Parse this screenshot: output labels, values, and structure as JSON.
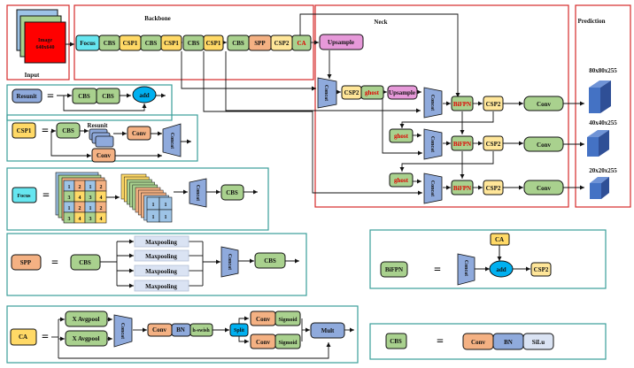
{
  "colors": {
    "cbs": "#a9d18e",
    "csp": "#ffd966",
    "csp2": "#ffe699",
    "spp": "#f4b183",
    "focus": "#66e6f0",
    "concat": "#8faadc",
    "upsample": "#e699d9",
    "add": "#00b0f0",
    "conv": "#f4b183",
    "bn": "#8faadc",
    "silu": "#dae3f3",
    "maxpool": "#dae3f3",
    "red_text": "#e00000",
    "section_red": "#d62a2a",
    "section_teal": "#3a9e9a",
    "cube": "#4472c4",
    "image_red": "#ff0000"
  },
  "input": {
    "title": "Input",
    "image_label_line1": "Image",
    "image_label_line2": "640x640"
  },
  "backbone": {
    "title": "Backbone",
    "blocks": [
      "Focus",
      "CBS",
      "CSP1",
      "CBS",
      "CSP1",
      "CBS",
      "CSP1",
      "CBS",
      "SPP",
      "CSP2",
      "CA"
    ]
  },
  "neck": {
    "title": "Neck",
    "upsample_top": "Upsample",
    "concat_label": "Concat",
    "csp2": "CSP2",
    "ghost": "ghost",
    "upsample_mid": "Upsample",
    "bifpn": "BiFPN",
    "conv": "Conv"
  },
  "prediction": {
    "title": "Prediction",
    "outputs": [
      "80x80x255",
      "40x40x255",
      "20x20x255"
    ]
  },
  "resunit_def": {
    "name": "Resunit",
    "blocks": [
      "CBS",
      "CBS"
    ],
    "add": "add"
  },
  "csp1_def": {
    "name": "CSP1",
    "cbs": "CBS",
    "resunit": "Resunit",
    "conv_top": "Conv",
    "conv_bottom": "Conv",
    "concat": "Concat"
  },
  "focus_def": {
    "name": "Focus",
    "grid": [
      [
        "1",
        "2",
        "1",
        "2"
      ],
      [
        "3",
        "4",
        "3",
        "4"
      ],
      [
        "1",
        "2",
        "1",
        "2"
      ],
      [
        "3",
        "4",
        "3",
        "4"
      ]
    ],
    "slice": [
      [
        "1",
        "1"
      ],
      [
        "1",
        "1"
      ]
    ],
    "concat": "Concat",
    "cbs": "CBS"
  },
  "spp_def": {
    "name": "SPP",
    "cbs_in": "CBS",
    "pools": [
      "Maxpooling",
      "Maxpooling",
      "Maxpooling",
      "Maxpooling"
    ],
    "concat": "Concat",
    "cbs_out": "CBS"
  },
  "ca_def": {
    "name": "CA",
    "pools": [
      "X Avgpool",
      "X Avgpool"
    ],
    "concat": "Concat",
    "conv": "Conv",
    "bn": "BN",
    "hswish": "h-swish",
    "split": "Split",
    "branches": [
      {
        "conv": "Conv",
        "act": "Sigmoid"
      },
      {
        "conv": "Conv",
        "act": "Sigmoid"
      }
    ],
    "mult": "Mult"
  },
  "bifpn_def": {
    "name": "BiFPN",
    "concat": "Concat",
    "ca": "CA",
    "add": "add",
    "csp2": "CSP2"
  },
  "cbs_def": {
    "name": "CBS",
    "parts": [
      "Conv",
      "BN",
      "SiLu"
    ]
  },
  "equals": "="
}
